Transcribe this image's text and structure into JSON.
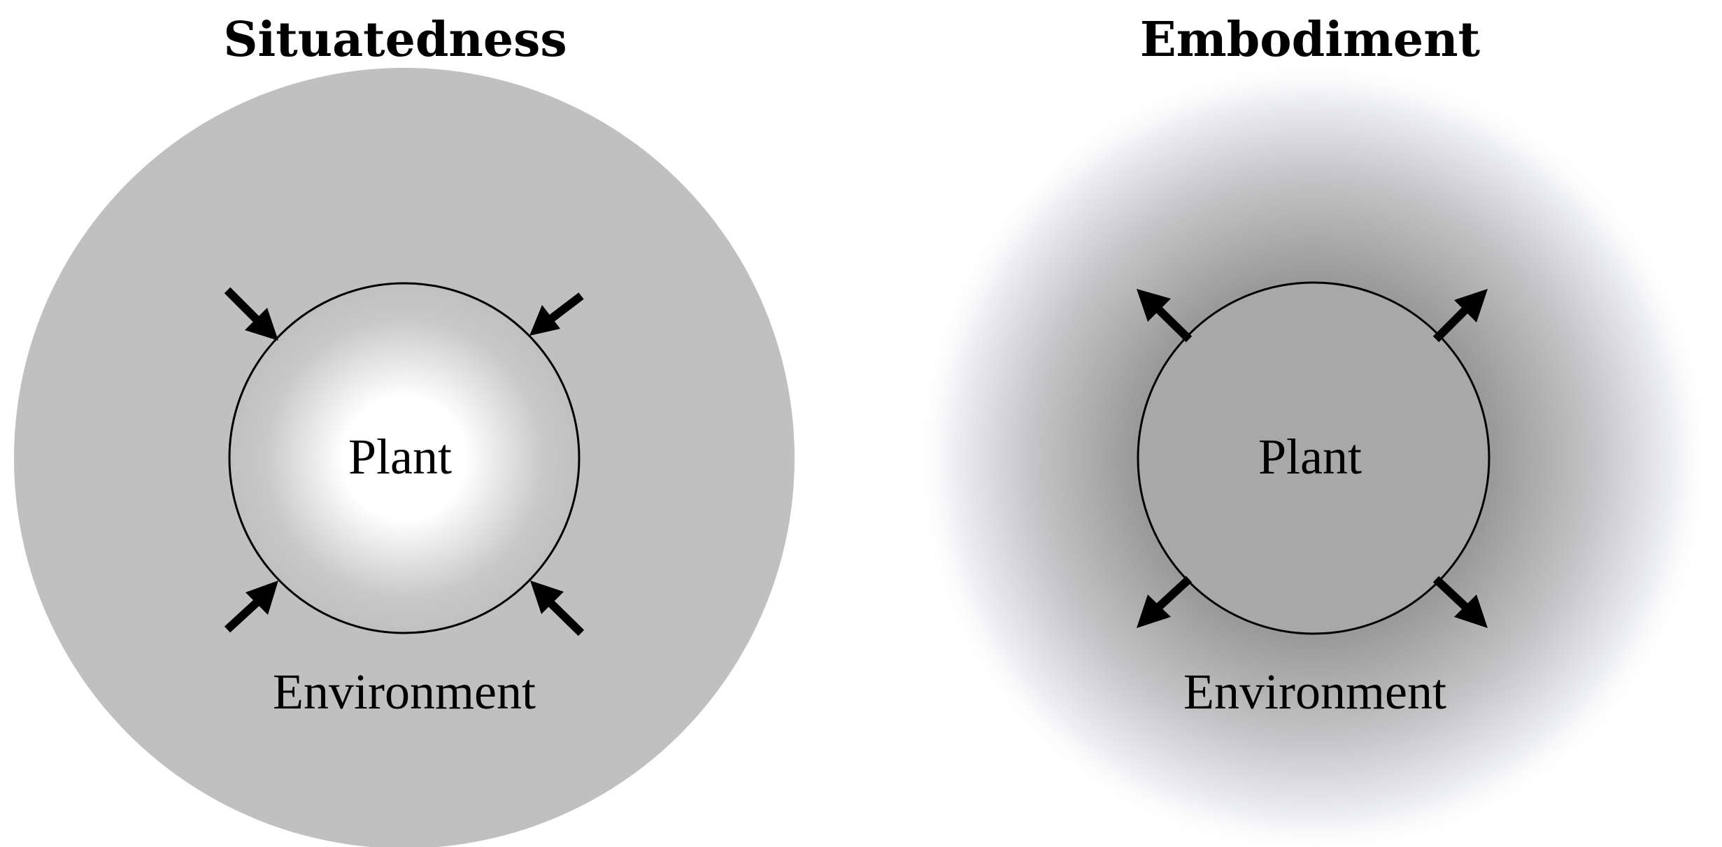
{
  "panels": {
    "left": {
      "title": "Situatedness",
      "center_label": "Plant",
      "outer_label": "Environment",
      "arrow_direction": "inward"
    },
    "right": {
      "title": "Embodiment",
      "center_label": "Plant",
      "outer_label": "Environment",
      "arrow_direction": "outward"
    }
  },
  "colors": {
    "environment_left": "#c0c0c0",
    "plant_right": "#a8a8a8",
    "plant_left_center": "#ffffff",
    "stroke": "#000000"
  }
}
